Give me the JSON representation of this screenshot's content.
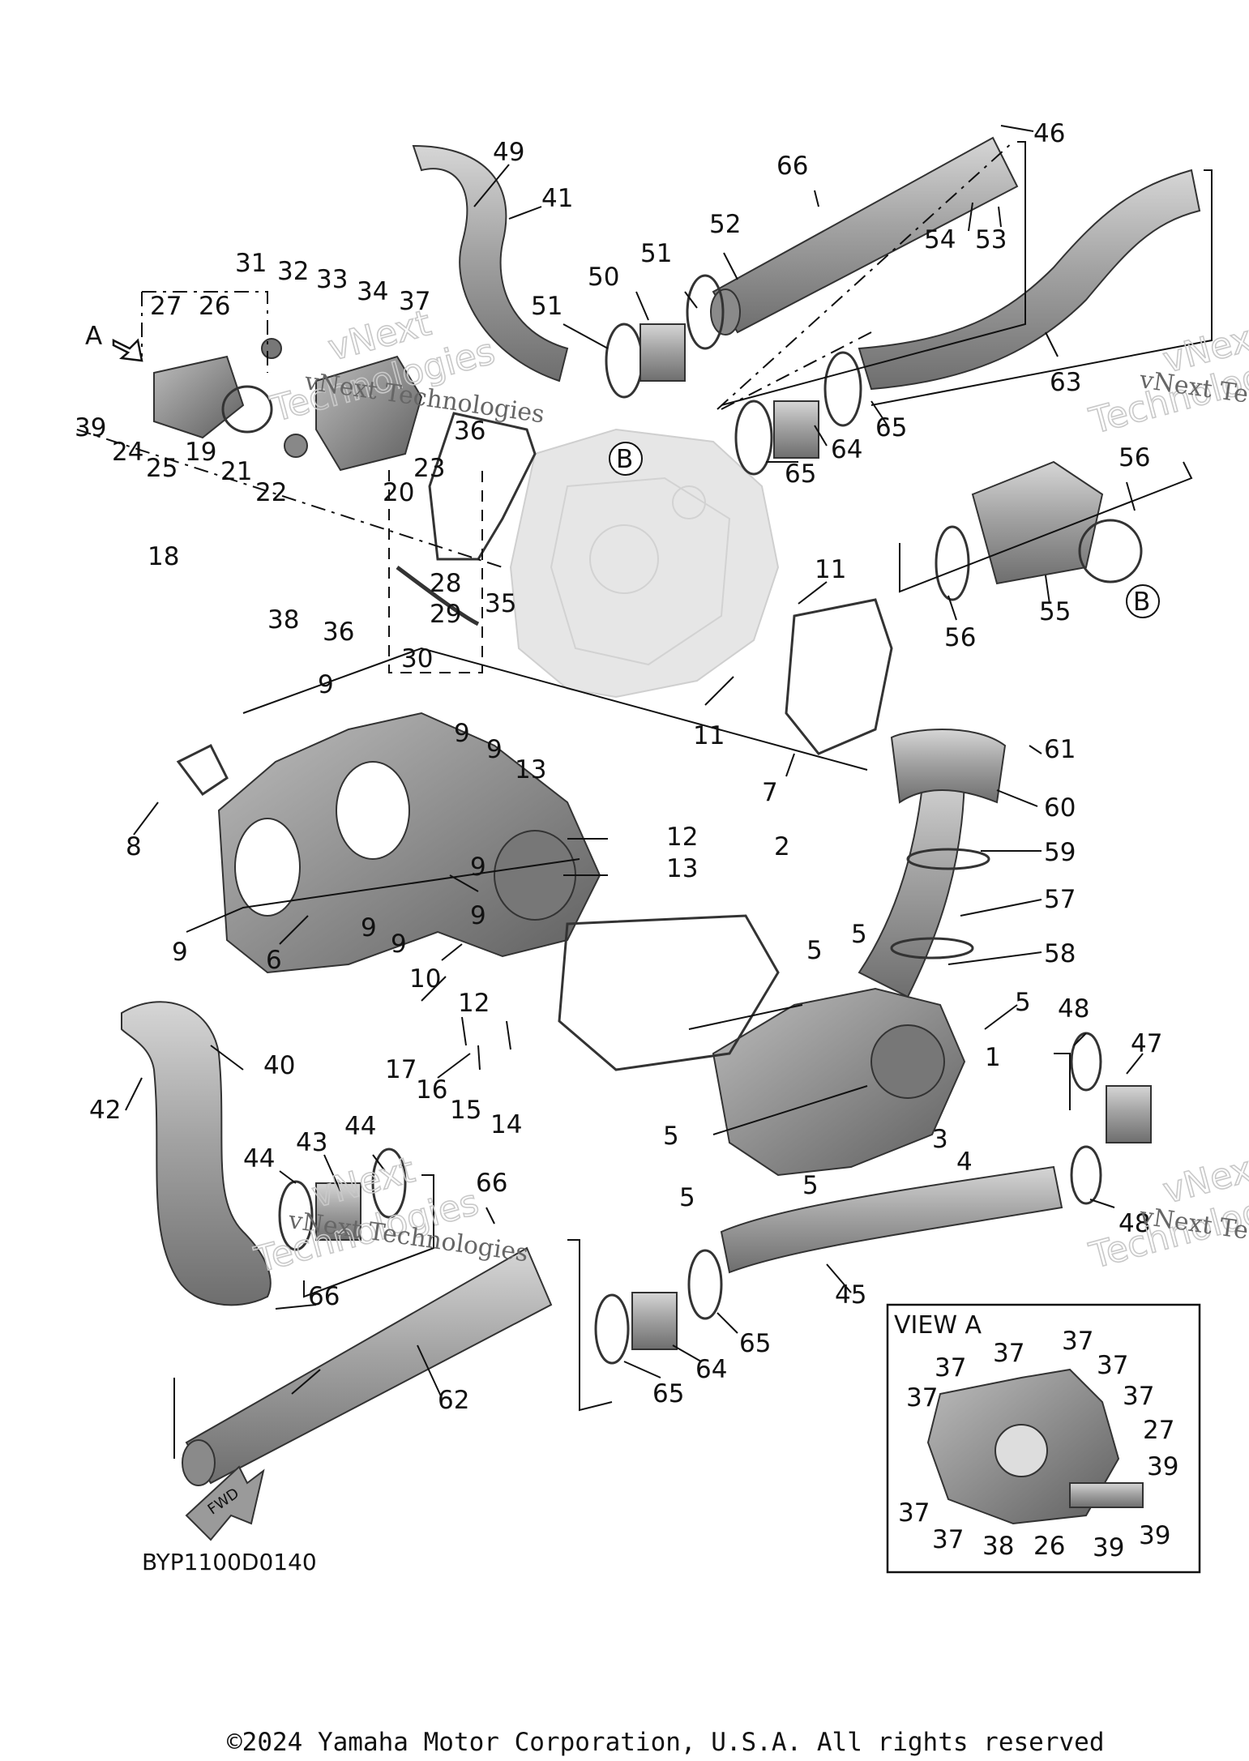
{
  "diagram_code": "BYP1100D0140",
  "copyright": "©2024 Yamaha Motor Corporation, U.S.A. All rights reserved",
  "view_a_title": "VIEW A",
  "arrow_a_label": "A",
  "fwd_label": "FWD",
  "ref_b": "B",
  "watermark": {
    "text1": "vNext",
    "text2": "Technologies",
    "text3": "vNext Technologies"
  },
  "callouts": [
    "1",
    "2",
    "3",
    "4",
    "5",
    "6",
    "7",
    "8",
    "9",
    "10",
    "11",
    "12",
    "13",
    "14",
    "15",
    "16",
    "17",
    "18",
    "19",
    "20",
    "21",
    "22",
    "23",
    "24",
    "25",
    "26",
    "27",
    "28",
    "29",
    "30",
    "31",
    "32",
    "33",
    "34",
    "35",
    "36",
    "37",
    "38",
    "39",
    "40",
    "41",
    "42",
    "43",
    "44",
    "45",
    "46",
    "47",
    "48",
    "49",
    "50",
    "51",
    "52",
    "53",
    "54",
    "55",
    "56",
    "57",
    "58",
    "59",
    "60",
    "61",
    "62",
    "63",
    "64",
    "65",
    "66"
  ],
  "colors": {
    "ink": "#111111",
    "part_fill": "#9a9a9a",
    "part_light": "#c8c8c8",
    "engine_ghost": "#e2e2e2"
  }
}
